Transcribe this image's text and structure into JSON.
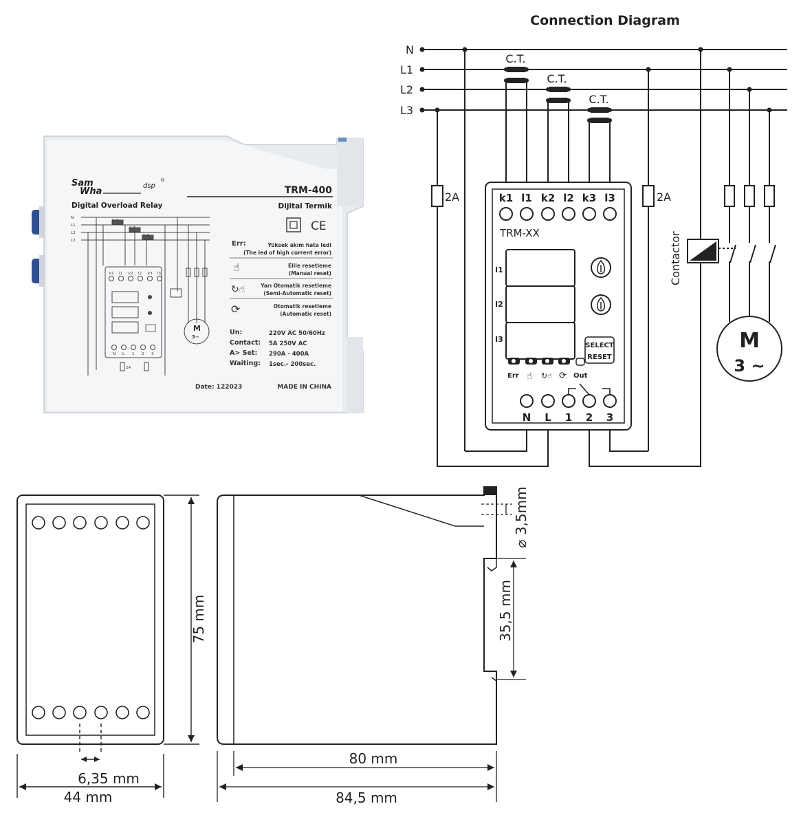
{
  "product": {
    "brand_top": "Sam",
    "brand_bottom": "Wha",
    "brand_suffix": "dsp",
    "brand_mark": "®",
    "model": "TRM-400",
    "name_en": "Digital Overload Relay",
    "name_tr": "Dijital Termik",
    "legend": [
      {
        "tr": "Err:",
        "desc_tr": "Yüksek akım hata ledi",
        "desc_en": "(The led of high current error)"
      },
      {
        "tr": "",
        "desc_tr": "Elile resetleme",
        "desc_en": "(Manual reset)"
      },
      {
        "tr": "",
        "desc_tr": "Yarı Otomatik resetleme",
        "desc_en": "(Semi-Automatic reset)"
      },
      {
        "tr": "",
        "desc_tr": "Otomatik resetleme",
        "desc_en": "(Automatic reset)"
      }
    ],
    "specs": [
      {
        "label": "Un:",
        "value": "220V AC 50/60Hz"
      },
      {
        "label": "Contact:",
        "value": "5A 250V AC"
      },
      {
        "label": "A> Set:",
        "value": "290A - 400A"
      },
      {
        "label": "Waiting:",
        "value": "1sec.- 200sec."
      }
    ],
    "date": "Date: 122023",
    "origin": "MADE IN CHINA",
    "mini_lines": [
      "N",
      "L1",
      "L2",
      "L3"
    ],
    "mini_ct": "C.T.",
    "mini_terms_top": [
      "k1",
      "l1",
      "k2",
      "l2",
      "k3",
      "l3"
    ],
    "mini_terms_bottom": [
      "N",
      "L",
      "1",
      "2",
      "3"
    ],
    "mini_fuse": "2A",
    "mini_motor": "M",
    "mini_motor_sub": "3~"
  },
  "connection": {
    "title": "Connection Diagram",
    "lines": [
      "N",
      "L1",
      "L2",
      "L3"
    ],
    "ct_label": "C.T.",
    "fuse_label": "2A",
    "device_model": "TRM-XX",
    "top_terminals": [
      "k1",
      "l1",
      "k2",
      "l2",
      "k3",
      "l3"
    ],
    "channels": [
      "I1",
      "I2",
      "I3"
    ],
    "select_label": "SELECT",
    "reset_label": "RESET",
    "led_labels": [
      "Err",
      "Out"
    ],
    "bottom_terminals": [
      "N",
      "L",
      "1",
      "2",
      "3"
    ],
    "contactor_label": "Contactor",
    "motor_label": "M",
    "motor_sub": "3 ~"
  },
  "dimensions": {
    "height": "75 mm",
    "width": "44 mm",
    "pitch": "6,35 mm",
    "depth_body": "80 mm",
    "depth_total": "84,5 mm",
    "rail": "35,5 mm",
    "hole": "⌀ 3,5mm"
  }
}
